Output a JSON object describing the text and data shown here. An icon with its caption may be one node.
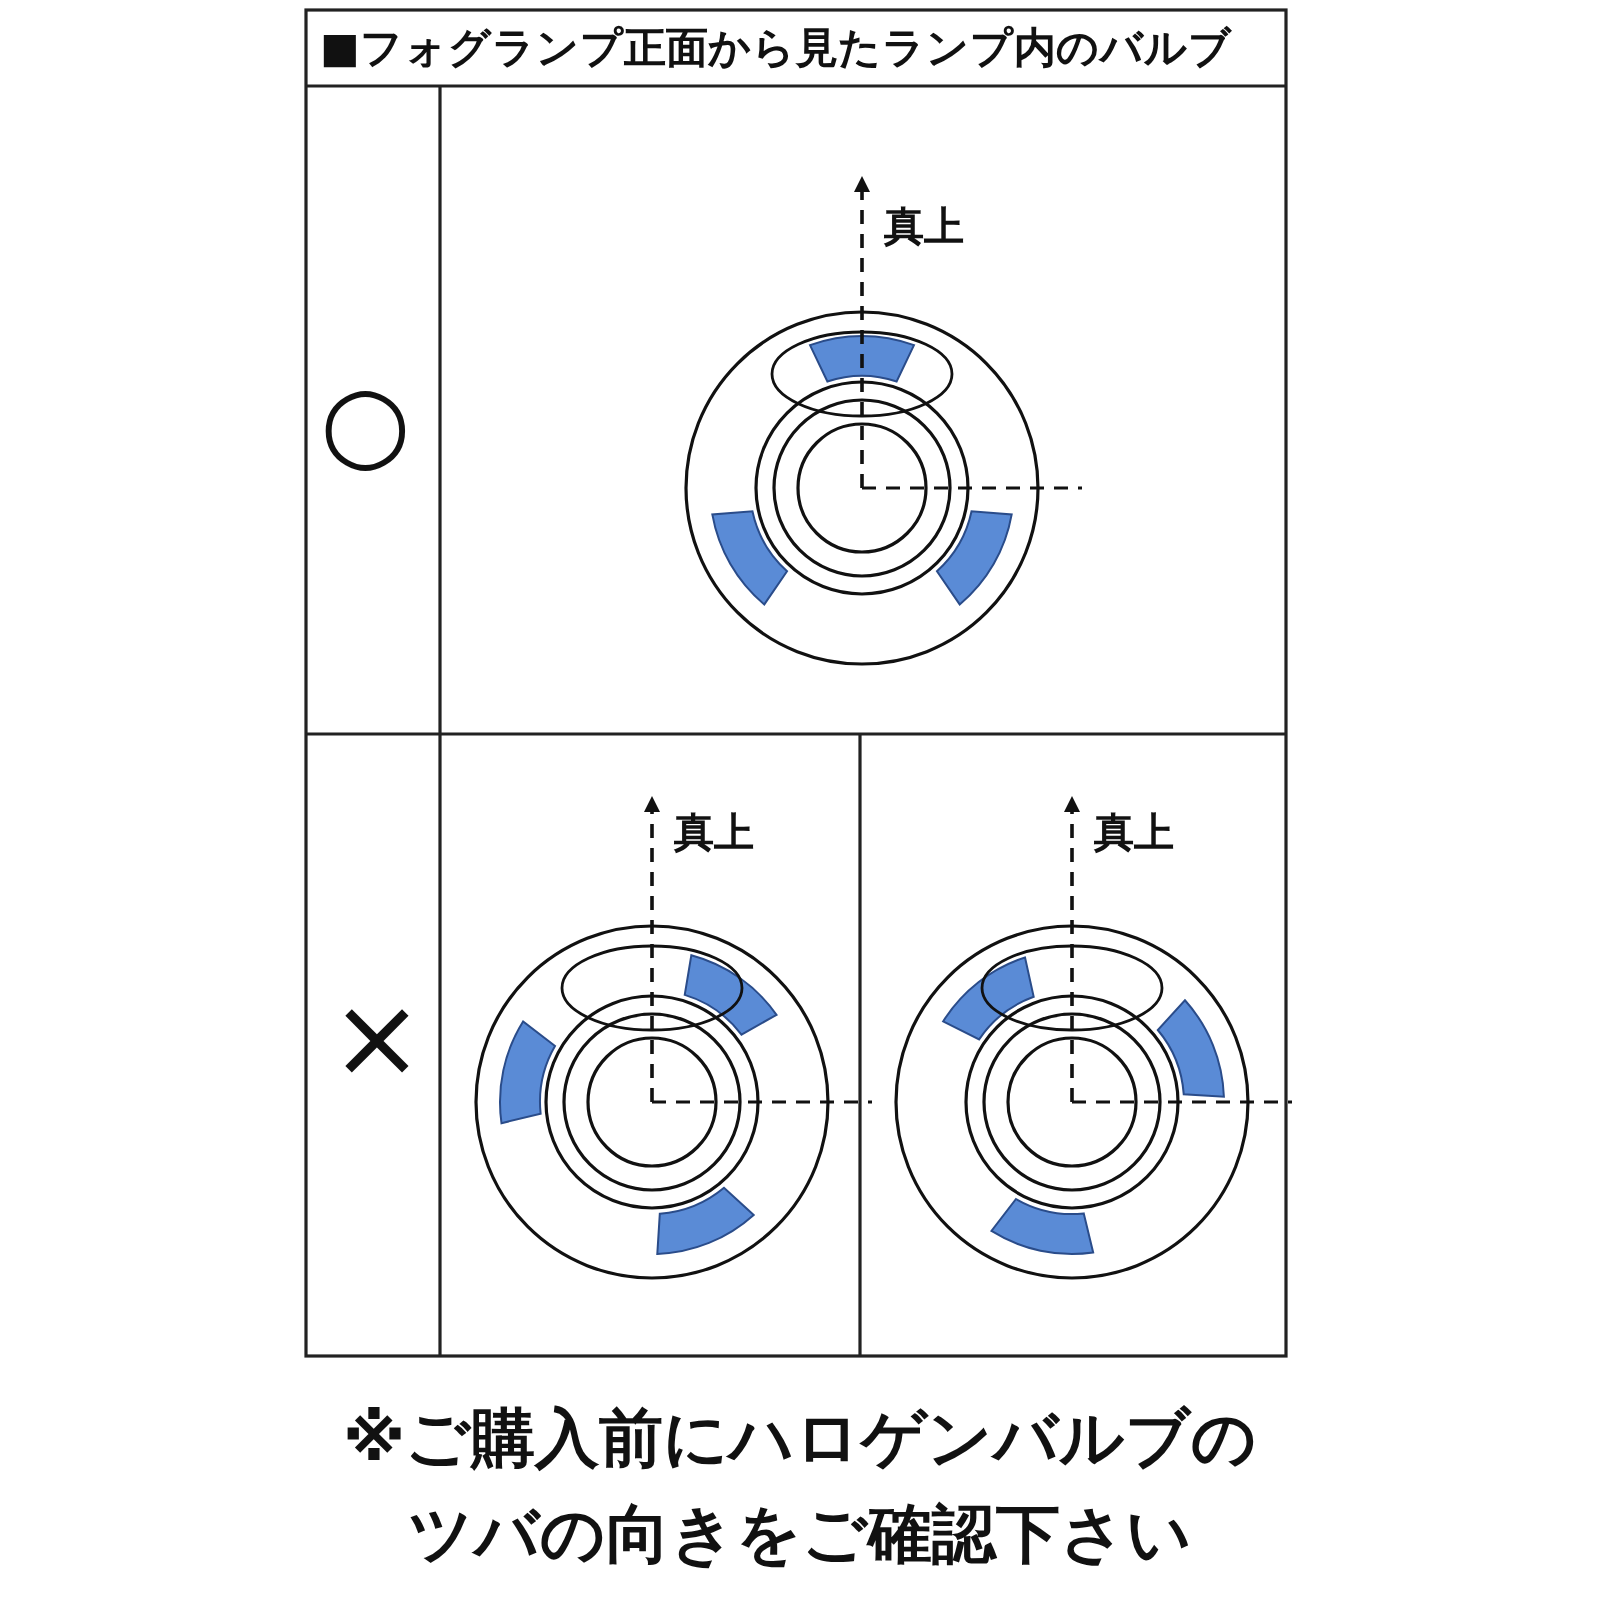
{
  "diagram": {
    "title": "■フォグランプ正面から見たランプ内のバルブ",
    "labels": [
      "真上",
      "○",
      "真上",
      "真上",
      "×"
    ],
    "caption": "※ご購入前にハロゲンバルブのツバの向きをご確認下さい"
  }
}
